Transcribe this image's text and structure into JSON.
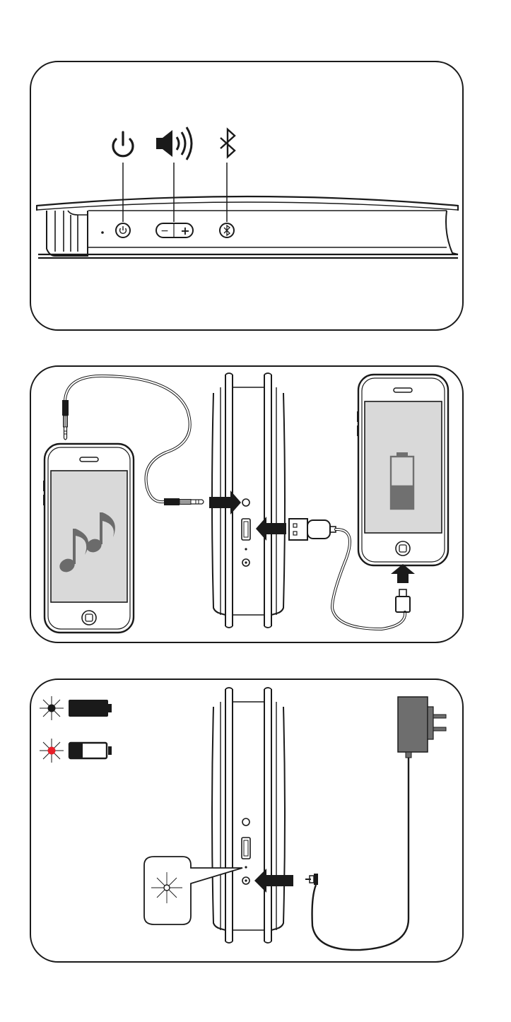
{
  "panels": [
    {
      "id": "controls",
      "caption": ""
    },
    {
      "id": "connections",
      "caption": ""
    },
    {
      "id": "charging",
      "caption": ""
    }
  ],
  "volume_button": {
    "minus": "−",
    "plus": "+"
  },
  "icons": {
    "power": "power-icon",
    "volume": "speaker-volume-icon",
    "bluetooth": "bluetooth-icon",
    "music_notes": "music-notes-icon",
    "battery": "battery-icon"
  },
  "phone_battery_level": 0.45,
  "battery_legend": [
    {
      "indicator": "off",
      "battery_level": 1.0
    },
    {
      "indicator": "on",
      "battery_level": 0.35
    }
  ],
  "colors": {
    "outline": "#1a1a1a",
    "screen": "#d9d9d9",
    "note": "#6b6b6b",
    "battery_fill": "#707070",
    "indicator_red": "#e8202a",
    "adapter": "#6e6e6e"
  }
}
